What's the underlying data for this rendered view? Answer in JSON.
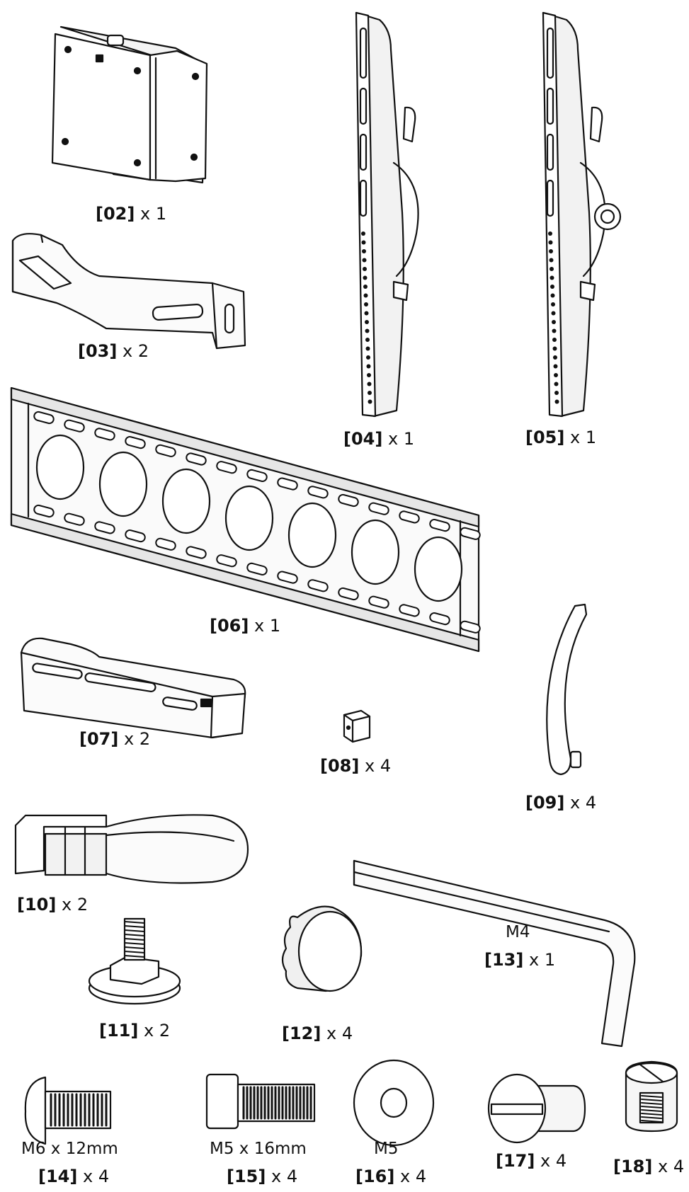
{
  "parts": [
    {
      "id": "02",
      "code": "[02]",
      "qty": "x 1",
      "spec": ""
    },
    {
      "id": "03",
      "code": "[03]",
      "qty": "x 2",
      "spec": ""
    },
    {
      "id": "04",
      "code": "[04]",
      "qty": "x 1",
      "spec": ""
    },
    {
      "id": "05",
      "code": "[05]",
      "qty": "x 1",
      "spec": ""
    },
    {
      "id": "06",
      "code": "[06]",
      "qty": "x 1",
      "spec": ""
    },
    {
      "id": "07",
      "code": "[07]",
      "qty": "x 2",
      "spec": ""
    },
    {
      "id": "08",
      "code": "[08]",
      "qty": "x 4",
      "spec": ""
    },
    {
      "id": "09",
      "code": "[09]",
      "qty": "x 4",
      "spec": ""
    },
    {
      "id": "10",
      "code": "[10]",
      "qty": "x 2",
      "spec": ""
    },
    {
      "id": "11",
      "code": "[11]",
      "qty": "x 2",
      "spec": ""
    },
    {
      "id": "12",
      "code": "[12]",
      "qty": "x 4",
      "spec": ""
    },
    {
      "id": "13",
      "code": "[13]",
      "qty": "x 1",
      "spec": "M4"
    },
    {
      "id": "14",
      "code": "[14]",
      "qty": "x 4",
      "spec": "M6 x 12mm"
    },
    {
      "id": "15",
      "code": "[15]",
      "qty": "x 4",
      "spec": "M5 x 16mm"
    },
    {
      "id": "16",
      "code": "[16]",
      "qty": "x 4",
      "spec": "M5"
    },
    {
      "id": "17",
      "code": "[17]",
      "qty": "x 4",
      "spec": ""
    },
    {
      "id": "18",
      "code": "[18]",
      "qty": "x 4",
      "spec": ""
    }
  ],
  "colors": {
    "line": "#111111",
    "fill": "#ffffff",
    "shade": "#e6e6e6"
  }
}
